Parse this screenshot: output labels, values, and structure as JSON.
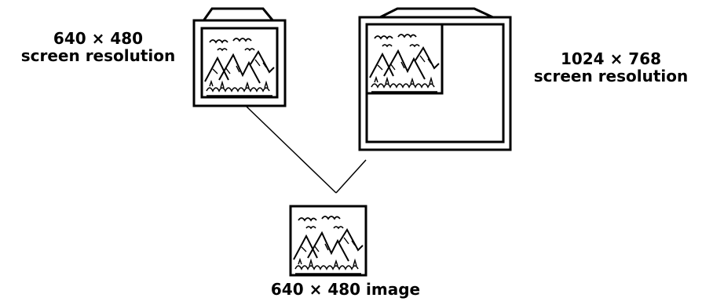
{
  "labels": {
    "small_screen": {
      "line1": "640 × 480",
      "line2": "screen resolution"
    },
    "large_screen": {
      "line1": "1024 × 768",
      "line2": "screen resolution"
    },
    "source_image": "640 × 480 image"
  },
  "colors": {
    "background": "#ffffff",
    "ink": "#000000"
  },
  "icons": [
    "monitor-icon",
    "landscape-picture-icon"
  ]
}
